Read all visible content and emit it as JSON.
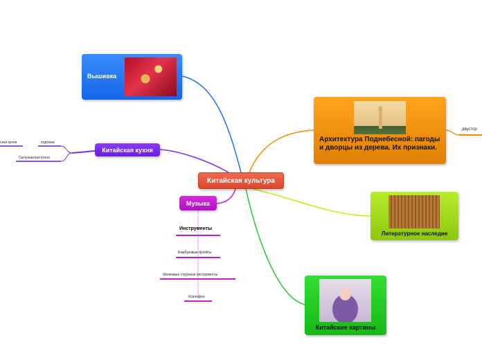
{
  "center": {
    "label": "Китайская культура"
  },
  "nodes": {
    "vyshivka": {
      "label": "Вышивка",
      "color": "#1e6ff0"
    },
    "kuhnya": {
      "label": "Китайская кухня",
      "color": "#7b2cf0",
      "children": [
        "ская кухня",
        "подтема",
        "Сычуаньская кухня"
      ]
    },
    "muzyka": {
      "label": "Музыка",
      "color": "#c21bd0",
      "children": [
        "Инструменты",
        "Бамбуковые флейты",
        "Шелковые струнные инструменты",
        "Ксилофон"
      ]
    },
    "arch": {
      "label": "Архитектура Поднебесной: пагоды и дворцы из дерева. Их признаки.",
      "color": "#f28c00",
      "child": "двустор"
    },
    "lit": {
      "label": "Литературное наследие",
      "color": "#a6dd1a"
    },
    "kart": {
      "label": "Китайские картины",
      "color": "#26c826"
    }
  }
}
